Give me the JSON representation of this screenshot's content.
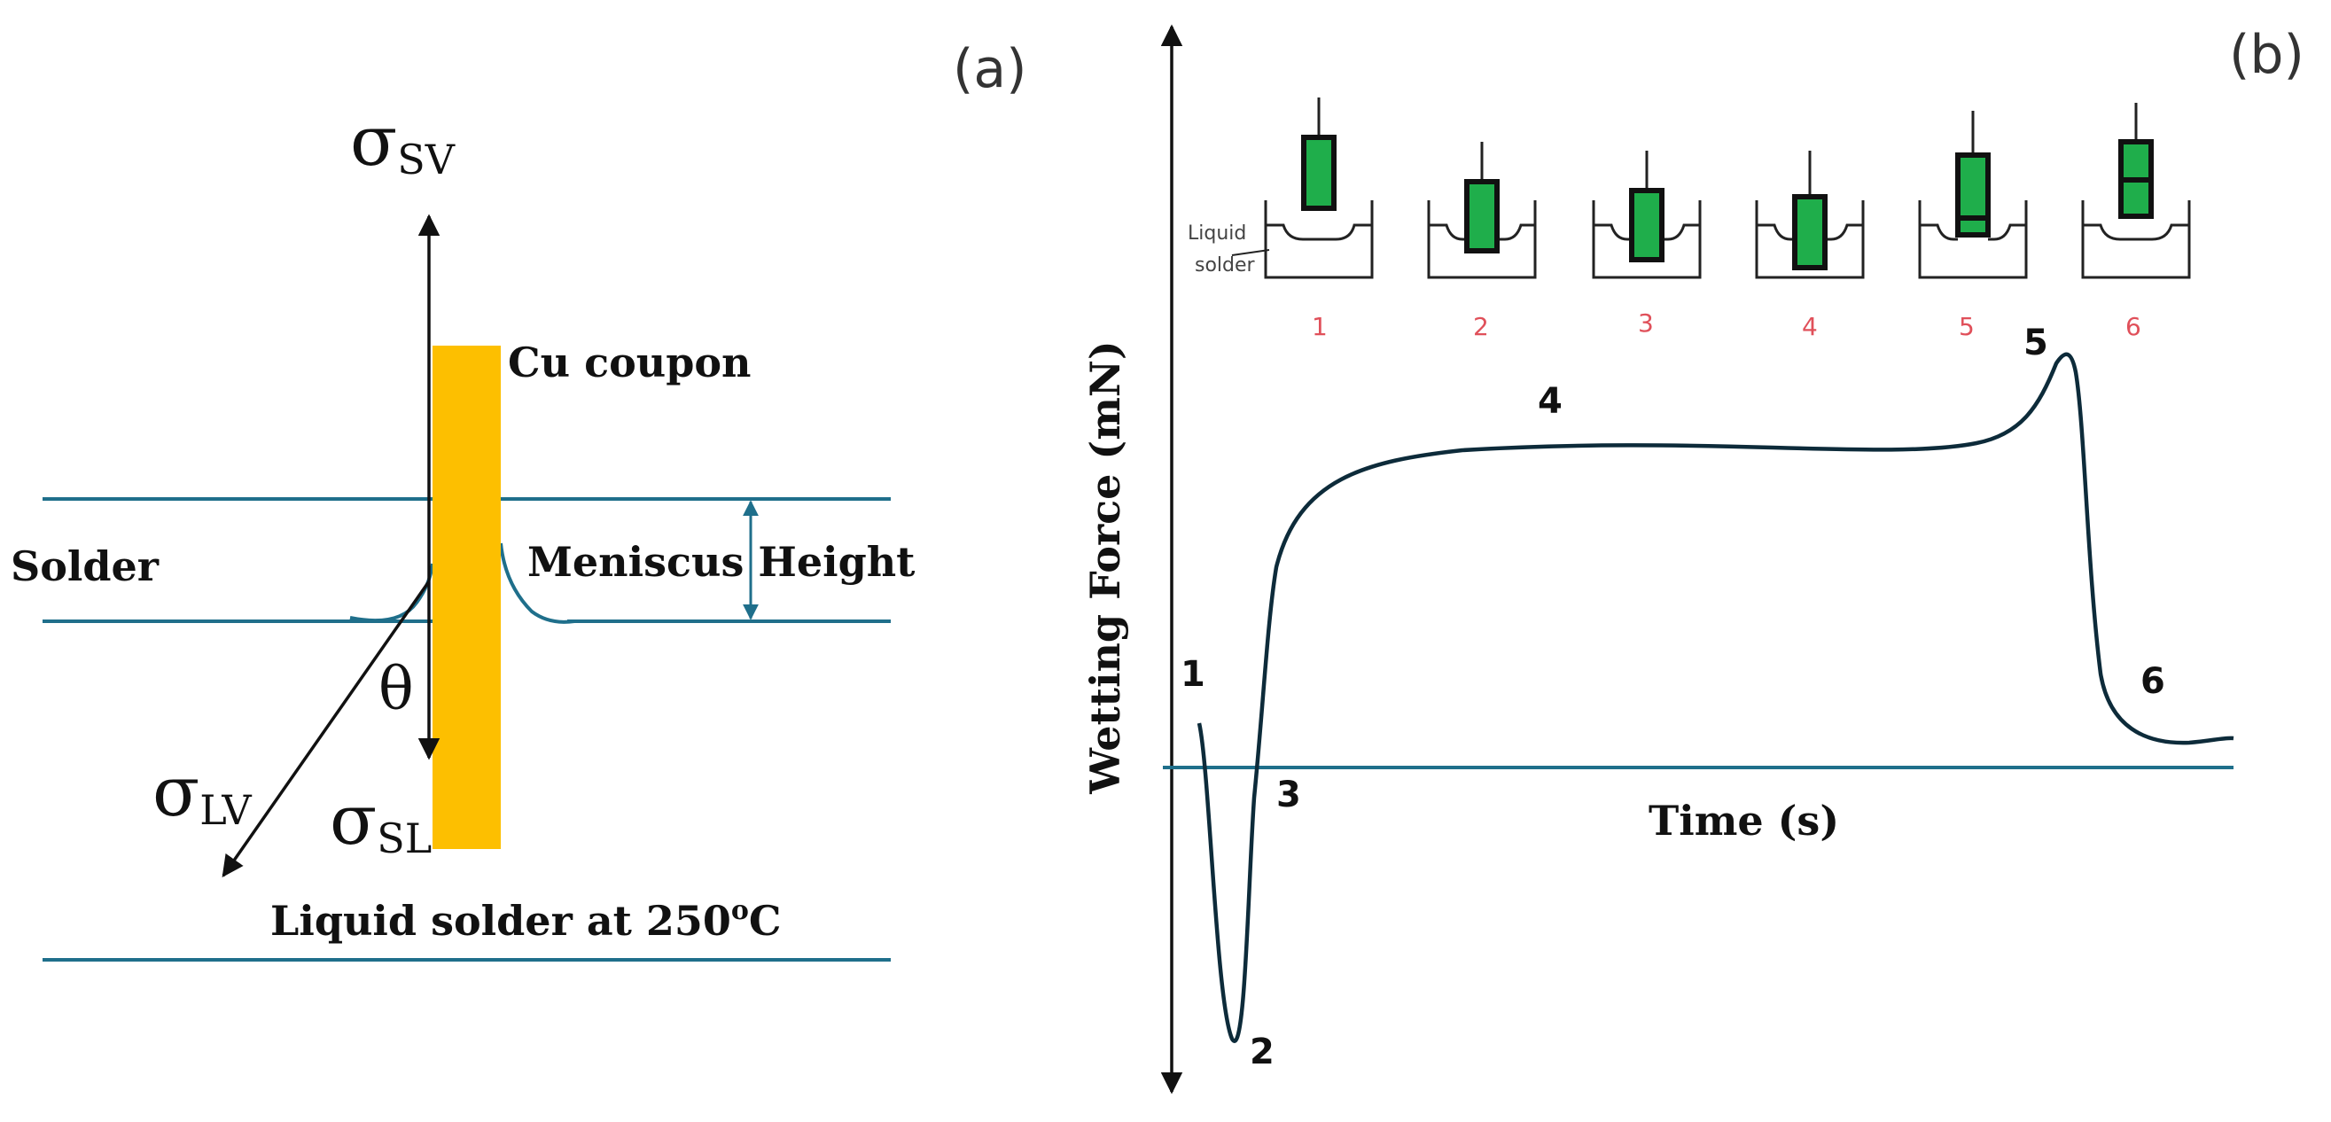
{
  "panel_a": {
    "label": "(a)",
    "sigma_sv": {
      "symbol": "σ",
      "sub": "SV"
    },
    "sigma_lv": {
      "symbol": "σ",
      "sub": "LV"
    },
    "sigma_sl": {
      "symbol": "σ",
      "sub": "SL"
    },
    "theta": "θ",
    "coupon_label": "Cu coupon",
    "solder_label": "Solder",
    "meniscus_label": "Meniscus Height",
    "bath_label_main": "Liquid solder at 250",
    "bath_label_sup": "o",
    "bath_label_end": "C",
    "colors": {
      "coupon": "#fdbf00",
      "lines": "#1f6f8b",
      "arrows": "#111111"
    }
  },
  "panel_b": {
    "label": "(b)",
    "ylabel": "Wetting Force (mN)",
    "xlabel": "Time (s)",
    "inset_label_line1": "Liquid",
    "inset_label_line2": "solder",
    "stage_labels": [
      "1",
      "2",
      "3",
      "4",
      "5",
      "6"
    ],
    "curve_labels": [
      "1",
      "2",
      "3",
      "4",
      "5",
      "6"
    ],
    "colors": {
      "curve": "#0d2b3a",
      "baseline": "#1f6f8b",
      "coupon": "#1fae4b",
      "stage_label": "#e0505a"
    }
  }
}
